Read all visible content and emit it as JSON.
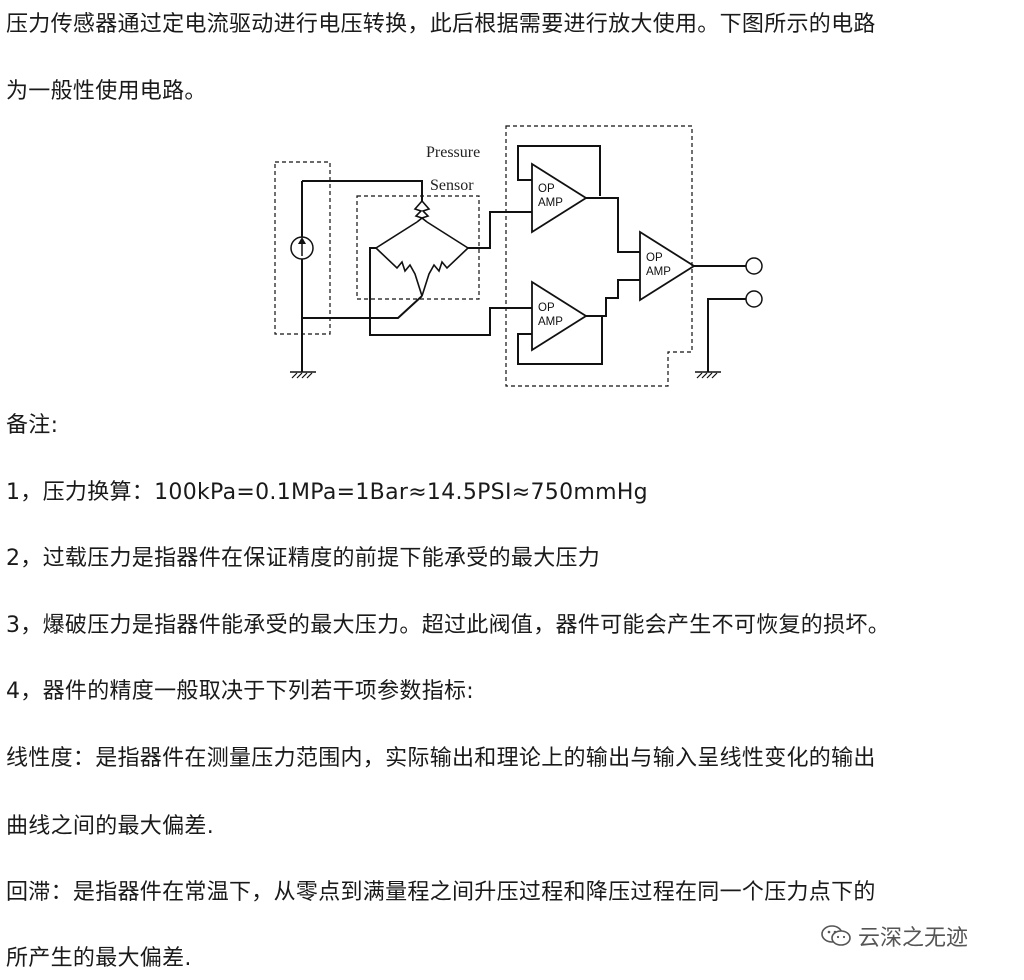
{
  "intro": {
    "line1": "压力传感器通过定电流驱动进行电压转换，此后根据需要进行放大使用。下图所示的电路",
    "line2": "为一般性使用电路。"
  },
  "diagram": {
    "label_pressure": "Pressure",
    "label_sensor": "Sensor",
    "op_top_1": "OP",
    "op_top_2": "AMP",
    "op_bottom_1": "OP",
    "op_bottom_2": "AMP",
    "op_out_1": "OP",
    "op_out_2": "AMP"
  },
  "notes": {
    "heading": "备注:",
    "n1": "1，压力换算：100kPa=0.1MPa=1Bar≈14.5PSI≈750mmHg",
    "n2": "2，过载压力是指器件在保证精度的前提下能承受的最大压力",
    "n3": "3，爆破压力是指器件能承受的最大压力。超过此阀值，器件可能会产生不可恢复的损坏。",
    "n4": "4，器件的精度一般取决于下列若干项参数指标:",
    "linearity_1": "线性度：是指器件在测量压力范围内，实际输出和理论上的输出与输入呈线性变化的输出",
    "linearity_2": "曲线之间的最大偏差.",
    "hysteresis_1": "回滞：是指器件在常温下，从零点到满量程之间升压过程和降压过程在同一个压力点下的",
    "hysteresis_2": "所产生的最大偏差."
  },
  "watermark": {
    "text": "云深之无迹",
    "icon": "chat-bubble-icon"
  }
}
